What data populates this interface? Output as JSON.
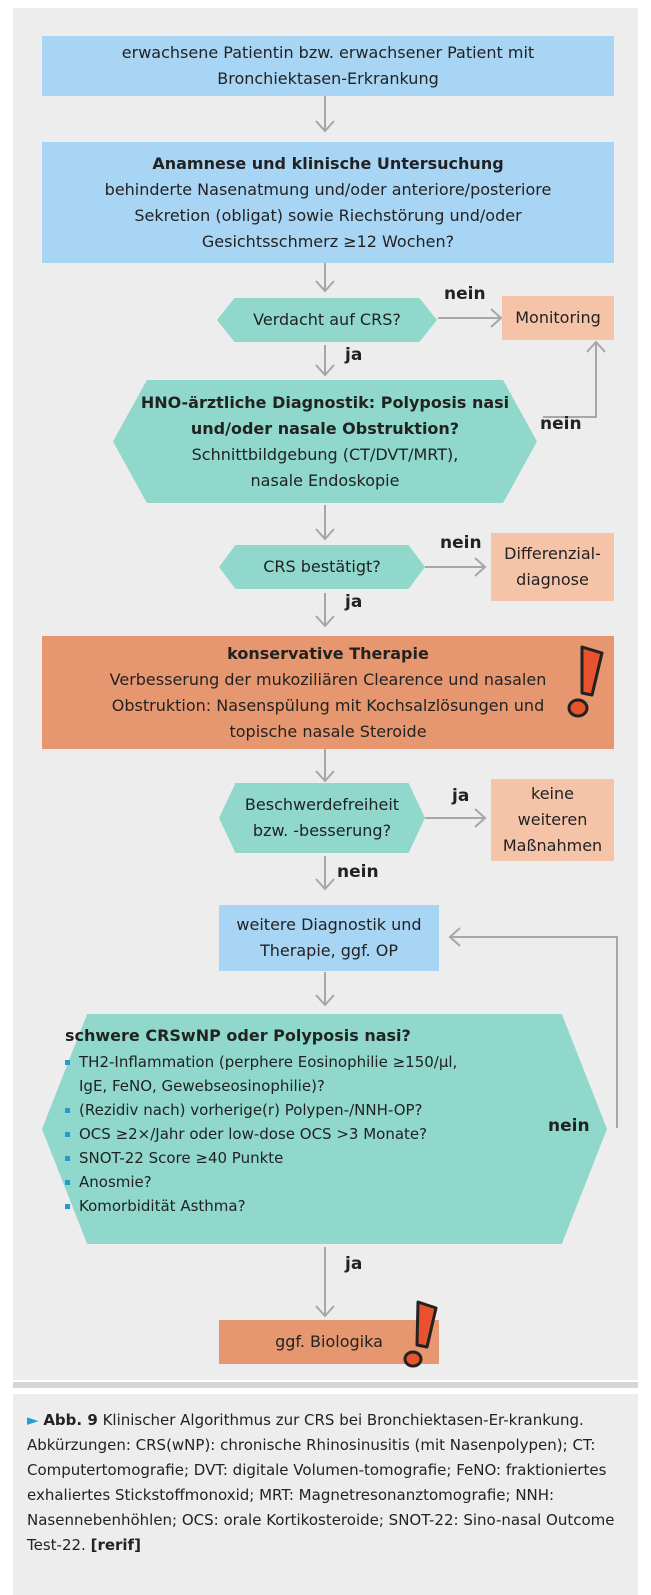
{
  "nodes": {
    "start": {
      "line1": "erwachsene Patientin bzw. erwachsener Patient mit",
      "line2": "Bronchiektasen-Erkrankung"
    },
    "anamnese": {
      "title": "Anamnese und klinische Untersuchung",
      "line1": "behinderte Nasenatmung und/oder anteriore/posteriore",
      "line2": "Sekretion (obligat) sowie Riechstörung und/oder",
      "line3": "Gesichtsschmerz ≥12 Wochen?"
    },
    "verdacht": "Verdacht auf CRS?",
    "monitoring": "Monitoring",
    "hno": {
      "title1": "HNO-ärztliche Diagnostik: Polyposis nasi",
      "title2": "und/oder nasale Obstruktion?",
      "line1": "Schnittbildgebung (CT/DVT/MRT),",
      "line2": "nasale Endoskopie"
    },
    "bestaetigt": "CRS bestätigt?",
    "differenzial": {
      "line1": "Differenzial-",
      "line2": "diagnose"
    },
    "konservativ": {
      "title": "konservative Therapie",
      "line1": "Verbesserung der mukoziliären Clearence und nasalen",
      "line2": "Obstruktion: Nasenspülung mit Kochsalzlösungen und",
      "line3": "topische nasale Steroide"
    },
    "beschwerde": {
      "line1": "Beschwerdefreiheit",
      "line2": "bzw. -besserung?"
    },
    "keine": {
      "line1": "keine",
      "line2": "weiteren",
      "line3": "Maßnahmen"
    },
    "weitere": {
      "line1": "weitere Diagnostik und",
      "line2": "Therapie, ggf. OP"
    },
    "schwere": {
      "title": "schwere CRSwNP oder Polyposis nasi?",
      "items": [
        "TH2-Inflammation (perphere Eosinophilie ≥150/µl,",
        "IgE, FeNO, Gewebseosinophilie)?",
        "(Rezidiv nach) vorherige(r) Polypen-/NNH-OP?",
        "OCS ≥2×/Jahr oder low-dose OCS >3 Monate?",
        "SNOT-22 Score ≥40 Punkte",
        "Anosmie?",
        "Komorbidität Asthma?"
      ]
    },
    "biologika": "ggf. Biologika"
  },
  "labels": {
    "nein": "nein",
    "ja": "ja"
  },
  "caption": {
    "marker": "►",
    "figure": "Abb. 9",
    "text": "Klinischer Algorithmus zur CRS bei Bronchiektasen-Er-krankung. Abkürzungen: CRS(wNP): chronische Rhinosinusitis (mit Nasenpolypen); CT: Computertomografie; DVT: digitale Volumen-tomografie; FeNO: fraktioniertes exhaliertes Stickstoffmonoxid; MRT: Magnetresonanztomografie; NNH: Nasennebenhöhlen; OCS: orale Kortikosteroide; SNOT-22: Sino-nasal Outcome Test-22.",
    "ref": "[rerif]"
  },
  "colors": {
    "blue": "#a9d5f4",
    "teal": "#8fd8cb",
    "salmon": "#f5c3a8",
    "orange": "#e6976f",
    "warning": "#e8522c",
    "background": "#ededed"
  }
}
